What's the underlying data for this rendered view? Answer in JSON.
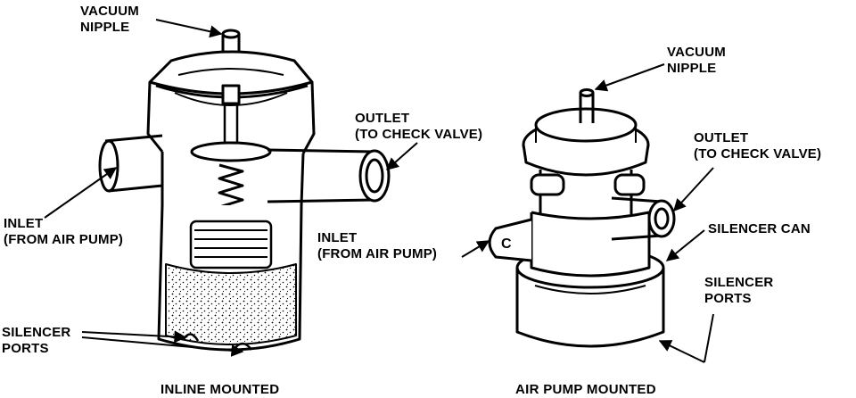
{
  "left_figure": {
    "caption": "INLINE MOUNTED",
    "labels": {
      "vacuum_line1": "VACUUM",
      "vacuum_line2": "NIPPLE",
      "outlet_line1": "OUTLET",
      "outlet_line2": "(TO CHECK VALVE)",
      "inlet_line1": "INLET",
      "inlet_line2": "(FROM AIR PUMP)",
      "silencer_line1": "SILENCER",
      "silencer_line2": "PORTS"
    }
  },
  "right_figure": {
    "caption": "AIR PUMP MOUNTED",
    "labels": {
      "vacuum_line1": "VACUUM",
      "vacuum_line2": "NIPPLE",
      "outlet_line1": "OUTLET",
      "outlet_line2": "(TO CHECK VALVE)",
      "inlet_line1": "INLET",
      "inlet_line2": "(FROM AIR PUMP)",
      "silencer_can": "SILENCER CAN",
      "silencer_line1": "SILENCER",
      "silencer_line2": "PORTS",
      "mount_mark": "C"
    }
  }
}
